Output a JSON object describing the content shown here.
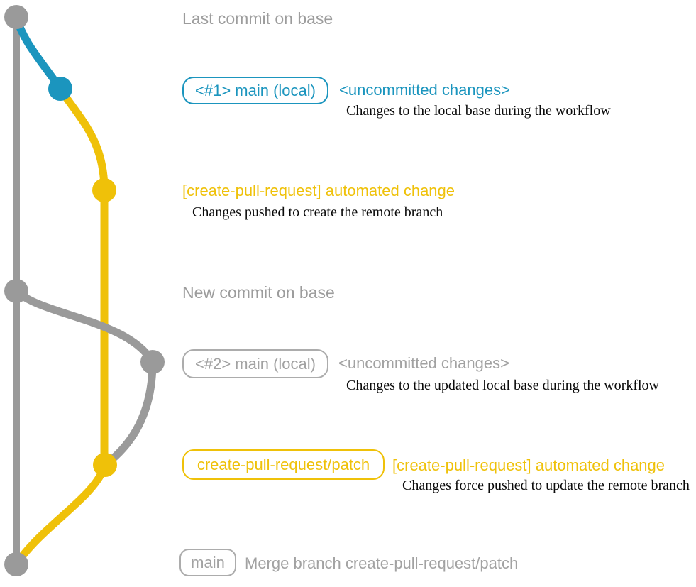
{
  "colors": {
    "gray_line": "#9A9A9A",
    "blue": "#1B95BE",
    "yellow": "#EFC109",
    "gray_text": "#9C9C9C",
    "gray_border": "#ACACAC",
    "description_text": "#0A0A0A",
    "background": "#FFFFFF"
  },
  "annotations": {
    "last_commit_label": "Last commit on base",
    "row1": {
      "badge": "<#1> main (local)",
      "title": "<uncommitted changes>",
      "description": "Changes to the local base during the workflow"
    },
    "row2": {
      "title": "[create-pull-request] automated change",
      "description": "Changes pushed to create the remote branch"
    },
    "new_commit_label": "New commit on base",
    "row3": {
      "badge": "<#2> main (local)",
      "title": "<uncommitted changes>",
      "description": "Changes to the updated local base during the workflow"
    },
    "row4": {
      "badge": "create-pull-request/patch",
      "title": "[create-pull-request] automated change",
      "description": "Changes force pushed to update the remote branch"
    },
    "row5": {
      "badge": "main",
      "title": "Merge branch create-pull-request/patch"
    }
  }
}
